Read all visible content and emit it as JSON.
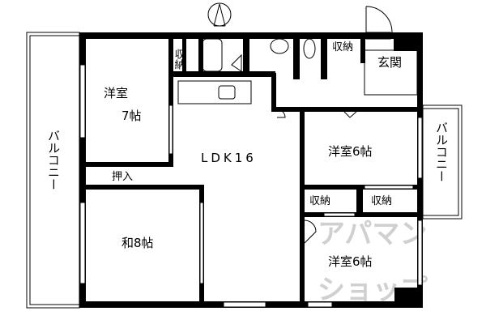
{
  "plan": {
    "rooms": {
      "western_7": {
        "name": "洋室",
        "size": "7帖"
      },
      "ldk": "LDK16",
      "western_6_upper": "洋室6帖",
      "western_6_lower": "洋室6帖",
      "japanese_8": "和8帖",
      "oshiire": "押入",
      "entrance": "玄関",
      "storage_top": "収納",
      "storage_small": "収納",
      "storage_mid_left": "収納",
      "storage_mid_right": "収納",
      "balcony_left": "バルコニー",
      "balcony_right": "バルコニー"
    },
    "compass": "north-arrow-icon",
    "watermark": "アパマンショップ",
    "colors": {
      "wall": "#000000",
      "background": "#ffffff",
      "watermark": "#d0d0d0"
    }
  }
}
